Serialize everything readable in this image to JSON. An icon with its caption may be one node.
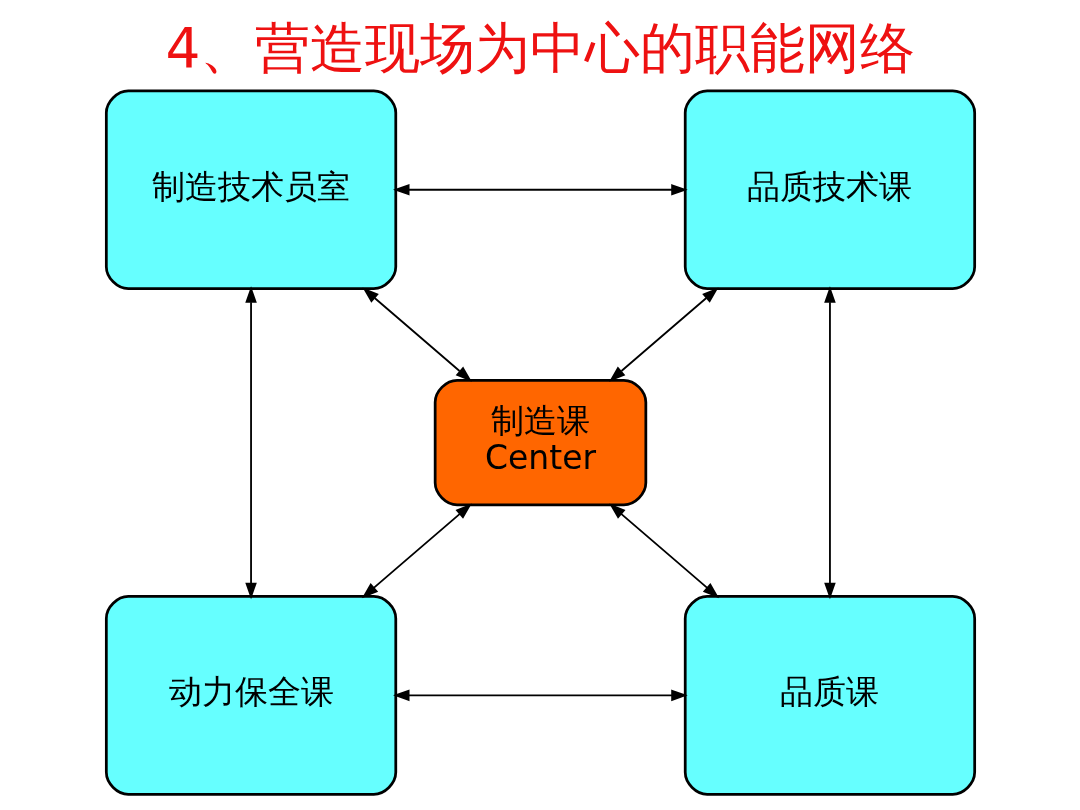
{
  "diagram": {
    "title": "4、营造现场为中心的职能网络",
    "nodes": [
      {
        "text": [
          "制造技术员室"
        ]
      },
      {
        "text": [
          "品质技术课"
        ]
      },
      {
        "text": [
          "制造课",
          "Center"
        ]
      },
      {
        "text": [
          "动力保全课"
        ]
      },
      {
        "text": [
          "品质课"
        ]
      }
    ],
    "edges": [
      {
        "from": 0,
        "to": 1,
        "arrow": "both"
      },
      {
        "from": 0,
        "to": 2,
        "arrow": "both"
      },
      {
        "from": 1,
        "to": 2,
        "arrow": "both"
      },
      {
        "from": 0,
        "to": 3,
        "arrow": "both"
      },
      {
        "from": 1,
        "to": 4,
        "arrow": "both"
      },
      {
        "from": 2,
        "to": 3,
        "arrow": "both"
      },
      {
        "from": 2,
        "to": 4,
        "arrow": "both"
      },
      {
        "from": 3,
        "to": 4,
        "arrow": "both"
      }
    ]
  }
}
